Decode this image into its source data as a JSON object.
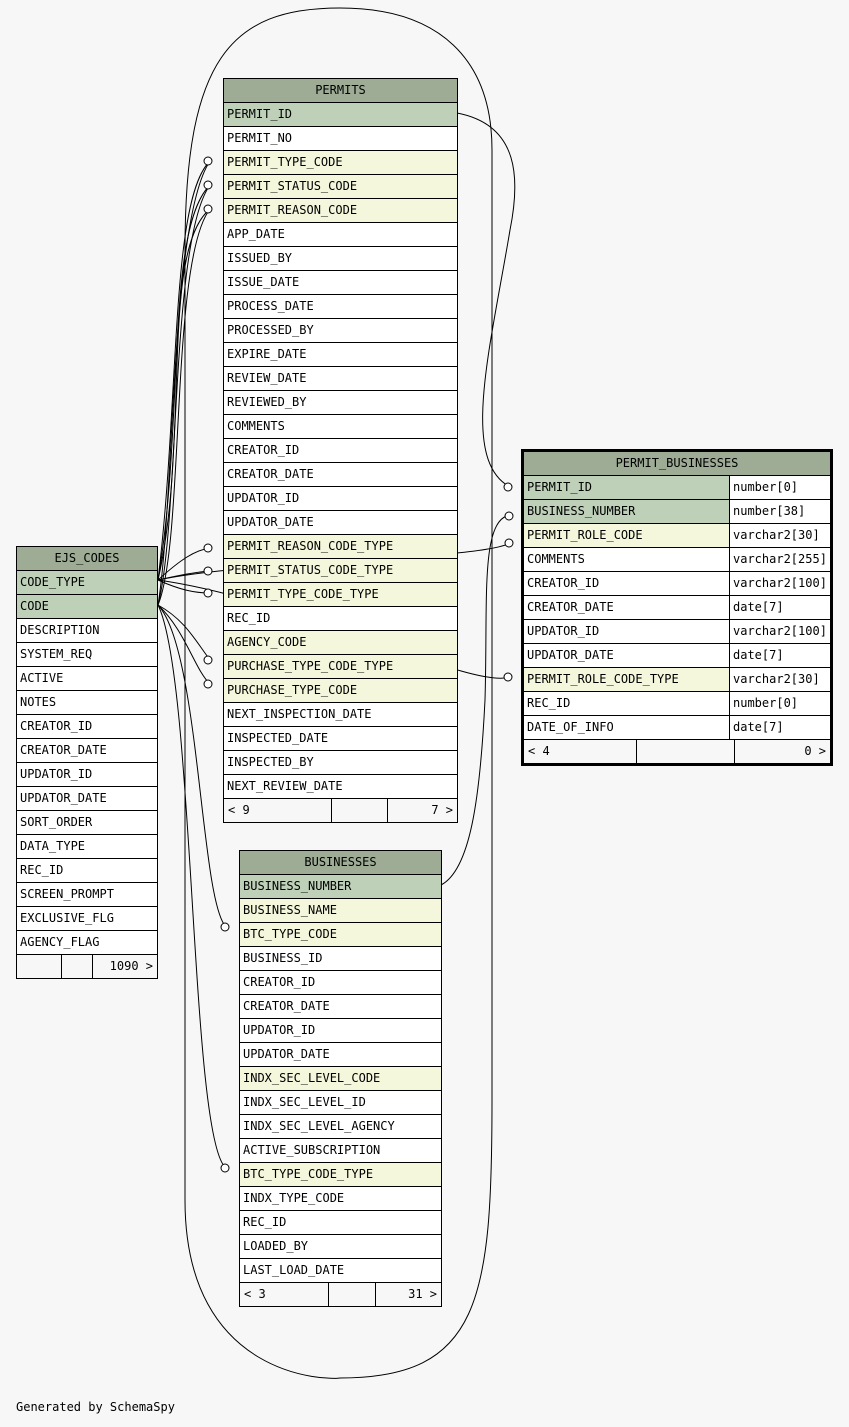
{
  "tables": [
    {
      "name": "PERMITS",
      "rows": [
        [
          "PERMIT_ID",
          "pk"
        ],
        [
          "PERMIT_NO",
          ""
        ],
        [
          "PERMIT_TYPE_CODE",
          "fk"
        ],
        [
          "PERMIT_STATUS_CODE",
          "fk"
        ],
        [
          "PERMIT_REASON_CODE",
          "fk"
        ],
        [
          "APP_DATE",
          ""
        ],
        [
          "ISSUED_BY",
          ""
        ],
        [
          "ISSUE_DATE",
          ""
        ],
        [
          "PROCESS_DATE",
          ""
        ],
        [
          "PROCESSED_BY",
          ""
        ],
        [
          "EXPIRE_DATE",
          ""
        ],
        [
          "REVIEW_DATE",
          ""
        ],
        [
          "REVIEWED_BY",
          ""
        ],
        [
          "COMMENTS",
          ""
        ],
        [
          "CREATOR_ID",
          ""
        ],
        [
          "CREATOR_DATE",
          ""
        ],
        [
          "UPDATOR_ID",
          ""
        ],
        [
          "UPDATOR_DATE",
          ""
        ],
        [
          "PERMIT_REASON_CODE_TYPE",
          "fk"
        ],
        [
          "PERMIT_STATUS_CODE_TYPE",
          "fk"
        ],
        [
          "PERMIT_TYPE_CODE_TYPE",
          "fk"
        ],
        [
          "REC_ID",
          ""
        ],
        [
          "AGENCY_CODE",
          "fk"
        ],
        [
          "PURCHASE_TYPE_CODE_TYPE",
          "fk"
        ],
        [
          "PURCHASE_TYPE_CODE",
          "fk"
        ],
        [
          "NEXT_INSPECTION_DATE",
          ""
        ],
        [
          "INSPECTED_DATE",
          ""
        ],
        [
          "INSPECTED_BY",
          ""
        ],
        [
          "NEXT_REVIEW_DATE",
          ""
        ]
      ],
      "footer": [
        "< 9",
        "",
        "7 >"
      ]
    },
    {
      "name": "EJS_CODES",
      "rows": [
        [
          "CODE_TYPE",
          "pk"
        ],
        [
          "CODE",
          "pk"
        ],
        [
          "DESCRIPTION",
          ""
        ],
        [
          "SYSTEM_REQ",
          ""
        ],
        [
          "ACTIVE",
          ""
        ],
        [
          "NOTES",
          ""
        ],
        [
          "CREATOR_ID",
          ""
        ],
        [
          "CREATOR_DATE",
          ""
        ],
        [
          "UPDATOR_ID",
          ""
        ],
        [
          "UPDATOR_DATE",
          ""
        ],
        [
          "SORT_ORDER",
          ""
        ],
        [
          "DATA_TYPE",
          ""
        ],
        [
          "REC_ID",
          ""
        ],
        [
          "SCREEN_PROMPT",
          ""
        ],
        [
          "EXCLUSIVE_FLG",
          ""
        ],
        [
          "AGENCY_FLAG",
          ""
        ]
      ],
      "footer": [
        "",
        "",
        "1090 >"
      ]
    },
    {
      "name": "BUSINESSES",
      "rows": [
        [
          "BUSINESS_NUMBER",
          "pk"
        ],
        [
          "BUSINESS_NAME",
          "fk"
        ],
        [
          "BTC_TYPE_CODE",
          "fk"
        ],
        [
          "BUSINESS_ID",
          ""
        ],
        [
          "CREATOR_ID",
          ""
        ],
        [
          "CREATOR_DATE",
          ""
        ],
        [
          "UPDATOR_ID",
          ""
        ],
        [
          "UPDATOR_DATE",
          ""
        ],
        [
          "INDX_SEC_LEVEL_CODE",
          "fk"
        ],
        [
          "INDX_SEC_LEVEL_ID",
          ""
        ],
        [
          "INDX_SEC_LEVEL_AGENCY",
          ""
        ],
        [
          "ACTIVE_SUBSCRIPTION",
          ""
        ],
        [
          "BTC_TYPE_CODE_TYPE",
          "fk"
        ],
        [
          "INDX_TYPE_CODE",
          ""
        ],
        [
          "REC_ID",
          ""
        ],
        [
          "LOADED_BY",
          ""
        ],
        [
          "LAST_LOAD_DATE",
          ""
        ]
      ],
      "footer": [
        "< 3",
        "",
        "31 >"
      ]
    },
    {
      "name": "PERMIT_BUSINESSES",
      "rows": [
        [
          "PERMIT_ID",
          "pk",
          "number[0]"
        ],
        [
          "BUSINESS_NUMBER",
          "pk",
          "number[38]"
        ],
        [
          "PERMIT_ROLE_CODE",
          "fk",
          "varchar2[30]"
        ],
        [
          "COMMENTS",
          "",
          "varchar2[255]"
        ],
        [
          "CREATOR_ID",
          "",
          "varchar2[100]"
        ],
        [
          "CREATOR_DATE",
          "",
          "date[7]"
        ],
        [
          "UPDATOR_ID",
          "",
          "varchar2[100]"
        ],
        [
          "UPDATOR_DATE",
          "",
          "date[7]"
        ],
        [
          "PERMIT_ROLE_CODE_TYPE",
          "fk",
          "varchar2[30]"
        ],
        [
          "REC_ID",
          "",
          "number[0]"
        ],
        [
          "DATE_OF_INFO",
          "",
          "date[7]"
        ]
      ],
      "footer": [
        "< 4",
        "",
        "0 >"
      ]
    }
  ],
  "generated_by": "Generated by SchemaSpy",
  "colors": {
    "header": "#9eac96",
    "pk": "#bed1b8",
    "fk": "#f4f7dc",
    "background": "#f7f7f7"
  }
}
